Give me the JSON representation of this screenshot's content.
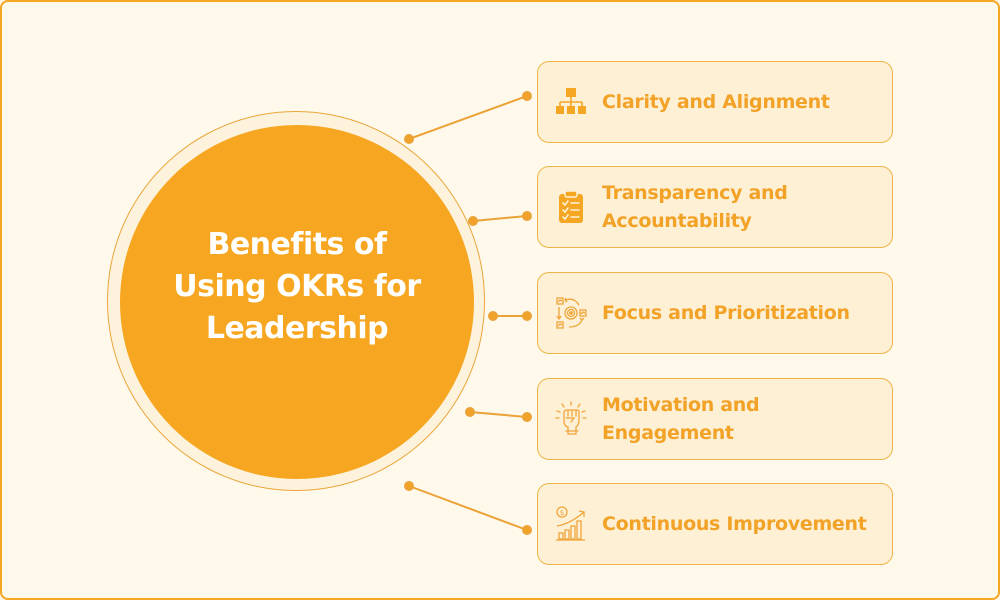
{
  "diagram": {
    "center": {
      "title_line1": "Benefits of",
      "title_line2": "Using OKRs for",
      "title_line3": "Leadership"
    },
    "benefits": [
      {
        "label_line1": "Clarity and Alignment",
        "label_line2": "",
        "icon": "org-chart-icon"
      },
      {
        "label_line1": "Transparency and",
        "label_line2": "Accountability",
        "icon": "clipboard-checklist-icon"
      },
      {
        "label_line1": "Focus and Prioritization",
        "label_line2": "",
        "icon": "target-cycle-icon"
      },
      {
        "label_line1": "Motivation and",
        "label_line2": "Engagement",
        "icon": "raised-fist-icon"
      },
      {
        "label_line1": "Continuous Improvement",
        "label_line2": "",
        "icon": "growth-chart-icon"
      }
    ],
    "colors": {
      "accent": "#f7a621",
      "text_accent": "#f2a227",
      "background": "#fef9eb",
      "card_background": "#fdf0d5",
      "center_text": "#ffffff"
    }
  }
}
